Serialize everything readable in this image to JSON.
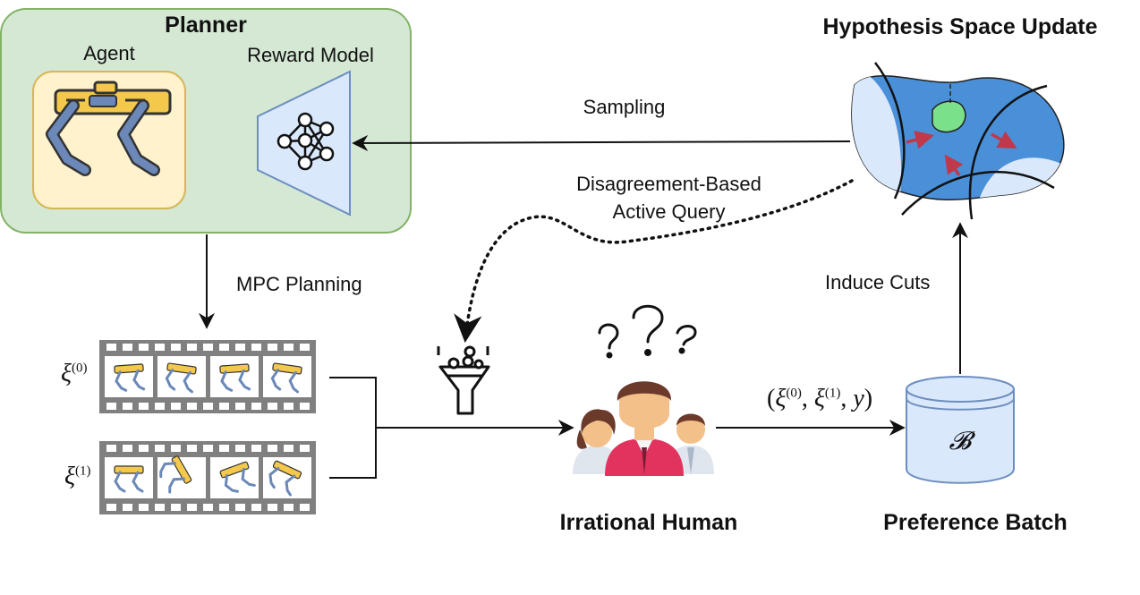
{
  "planner": {
    "title": "Planner",
    "agent_label": "Agent",
    "reward_model_label": "Reward Model"
  },
  "hypothesis": {
    "title": "Hypothesis Space Update"
  },
  "edges": {
    "sampling": "Sampling",
    "active_query_line1": "Disagreement-Based",
    "active_query_line2": "Active Query",
    "mpc_planning": "MPC Planning",
    "induce_cuts": "Induce Cuts"
  },
  "trajectories": {
    "top_symbol": "ξ",
    "top_index": "(0)",
    "bottom_symbol": "ξ",
    "bottom_index": "(1)"
  },
  "human": {
    "label": "Irrational Human"
  },
  "batch": {
    "label": "Preference Batch",
    "symbol": "𝓑"
  },
  "pair": {
    "open": "(",
    "xi0": "ξ",
    "sup0": "(0)",
    "comma1": ", ",
    "xi1": "ξ",
    "sup1": "(1)",
    "comma2": ", ",
    "y": "y",
    "close": ")"
  },
  "colors": {
    "planner_fill": "#d5e8d4",
    "planner_stroke": "#82b366",
    "agent_fill": "#fff2cc",
    "agent_stroke": "#d6b656",
    "reward_fill": "#dae8fc",
    "reward_stroke": "#6c8ebf",
    "hypothesis_blue": "#4a90d9",
    "hypothesis_green": "#7be08a",
    "cut_arrow": "#c0394b",
    "film_gray": "#808080"
  }
}
